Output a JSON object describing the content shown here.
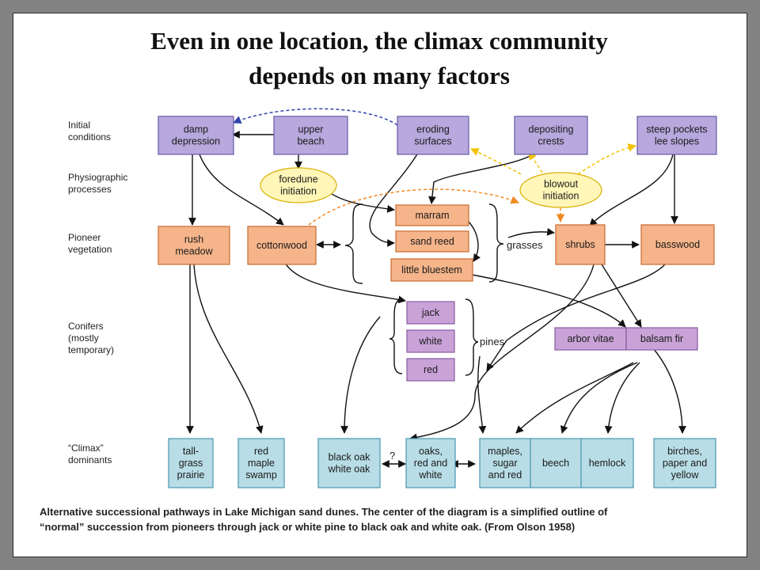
{
  "title": {
    "line1": "Even in one location, the climax community",
    "line2": "depends on many factors"
  },
  "rows": {
    "initial": [
      "Initial",
      "conditions"
    ],
    "physio": [
      "Physiographic",
      "processes"
    ],
    "pioneer": [
      "Pioneer",
      "vegetation"
    ],
    "conifers": [
      "Conifers",
      "(mostly",
      "temporary)"
    ],
    "climax": [
      "“Climax”",
      "dominants"
    ]
  },
  "nodes": {
    "damp": [
      "damp",
      "depression"
    ],
    "upper": [
      "upper",
      "beach"
    ],
    "eroding": [
      "eroding",
      "surfaces"
    ],
    "depositing": [
      "depositing",
      "crests"
    ],
    "steep": [
      "steep pockets",
      "lee slopes"
    ],
    "foredune": [
      "foredune",
      "initiation"
    ],
    "blowout": [
      "blowout",
      "initiation"
    ],
    "marram": [
      "marram"
    ],
    "sandreed": [
      "sand reed"
    ],
    "bluestem": [
      "little bluestem"
    ],
    "rush": [
      "rush",
      "meadow"
    ],
    "cottonwood": [
      "cottonwood"
    ],
    "shrubs": [
      "shrubs"
    ],
    "basswood": [
      "basswood"
    ],
    "jack": [
      "jack"
    ],
    "white": [
      "white"
    ],
    "red": [
      "red"
    ],
    "arbor": [
      "arbor vitae"
    ],
    "balsam": [
      "balsam fir"
    ],
    "tallgrass": [
      "tall-",
      "grass",
      "prairie"
    ],
    "redmaple": [
      "red",
      "maple",
      "swamp"
    ],
    "blackoak": [
      "black oak",
      "white oak"
    ],
    "oaks": [
      "oaks,",
      "red and",
      "white"
    ],
    "maples": [
      "maples,",
      "sugar",
      "and red"
    ],
    "beech": [
      "beech"
    ],
    "hemlock": [
      "hemlock"
    ],
    "birches": [
      "birches,",
      "paper and",
      "yellow"
    ]
  },
  "labels": {
    "grasses": "grasses",
    "pines": "pines",
    "question": "?"
  },
  "caption": {
    "line1": "Alternative successional pathways in Lake Michigan sand dunes. The center of the diagram is a simplified outline of",
    "line2": "“normal” succession from pioneers through jack or white pine to black oak and white oak. (From Olson 1958)"
  },
  "colors": {
    "initial_fill": "#b7a8dd",
    "pioneer_fill": "#f5b48a",
    "conifer_fill": "#c9a3d8",
    "climax_fill": "#b8dde6",
    "process_fill": "#fff6b8",
    "blue_arrow": "#3344aa",
    "orange_arrow": "#f08a24",
    "yellow_arrow": "#f2c200"
  }
}
